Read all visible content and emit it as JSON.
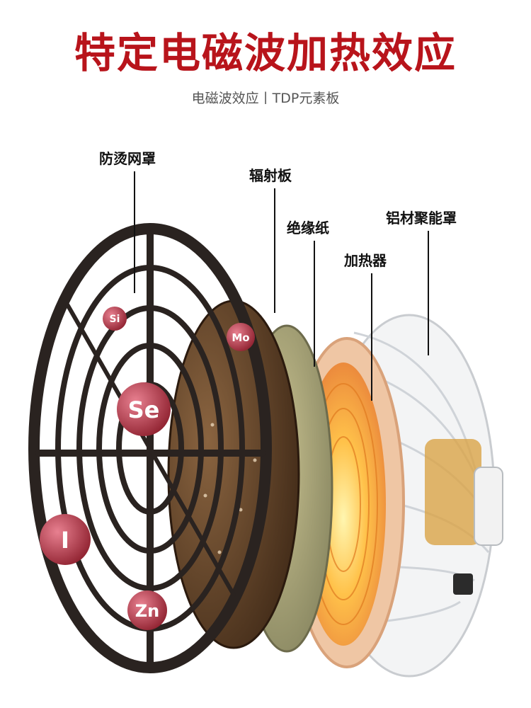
{
  "header": {
    "title": "特定电磁波加热效应",
    "subtitle": "电磁波效应丨TDP元素板"
  },
  "callouts": {
    "guard": "防烫网罩",
    "radiant_plate": "辐射板",
    "insulating_paper": "绝缘纸",
    "heater": "加热器",
    "reflector": "铝材聚能罩"
  },
  "elements": {
    "si": "Si",
    "mo": "Mo",
    "se": "Se",
    "iodine": "I",
    "zn": "Zn"
  },
  "colors": {
    "title": "#b8141b",
    "guard": "#2a2320",
    "radiant_plate": "#6b4a2e",
    "paper": "#a7a37a",
    "heater": "#f5a84a",
    "reflector": "#e8eaec",
    "element_badge": "#b23a48"
  }
}
